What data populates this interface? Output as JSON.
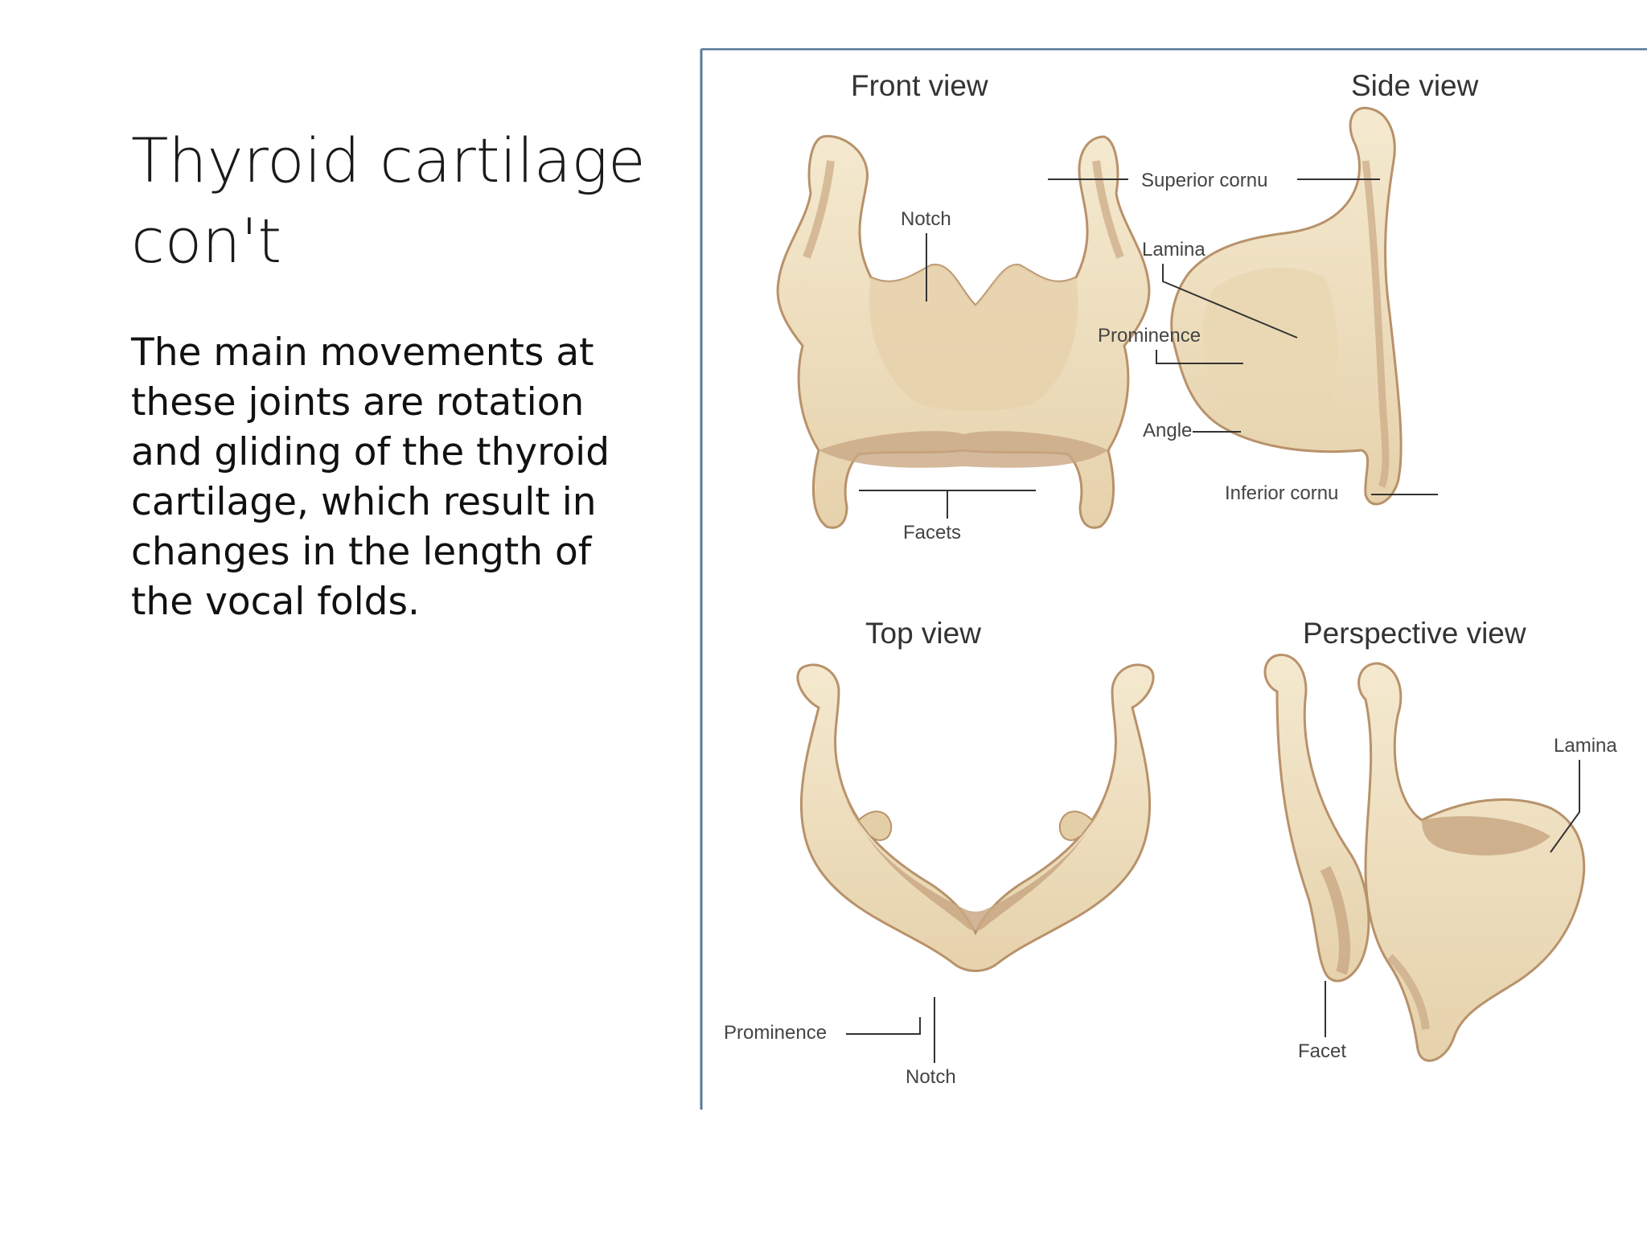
{
  "slide": {
    "title_line1": "Thyroid cartilage",
    "title_line2": "con't",
    "body_lines": [
      "The main movements at",
      "these joints are rotation",
      "and gliding of the thyroid",
      "cartilage, which result in",
      "changes in the length of",
      "the vocal folds."
    ]
  },
  "figure": {
    "views": {
      "front": "Front view",
      "side": "Side view",
      "top": "Top view",
      "perspective": "Perspective view"
    },
    "labels": {
      "notch": "Notch",
      "superior_cornu": "Superior cornu",
      "lamina": "Lamina",
      "prominence": "Prominence",
      "angle": "Angle",
      "inferior_cornu": "Inferior cornu",
      "facets": "Facets",
      "facet": "Facet"
    },
    "colors": {
      "cartilage_light": "#f1e4c6",
      "cartilage_mid": "#e3cfa7",
      "cartilage_shadow": "#caa883",
      "cartilage_outline": "#b8926a",
      "frame_line": "#5a7a9a"
    }
  }
}
